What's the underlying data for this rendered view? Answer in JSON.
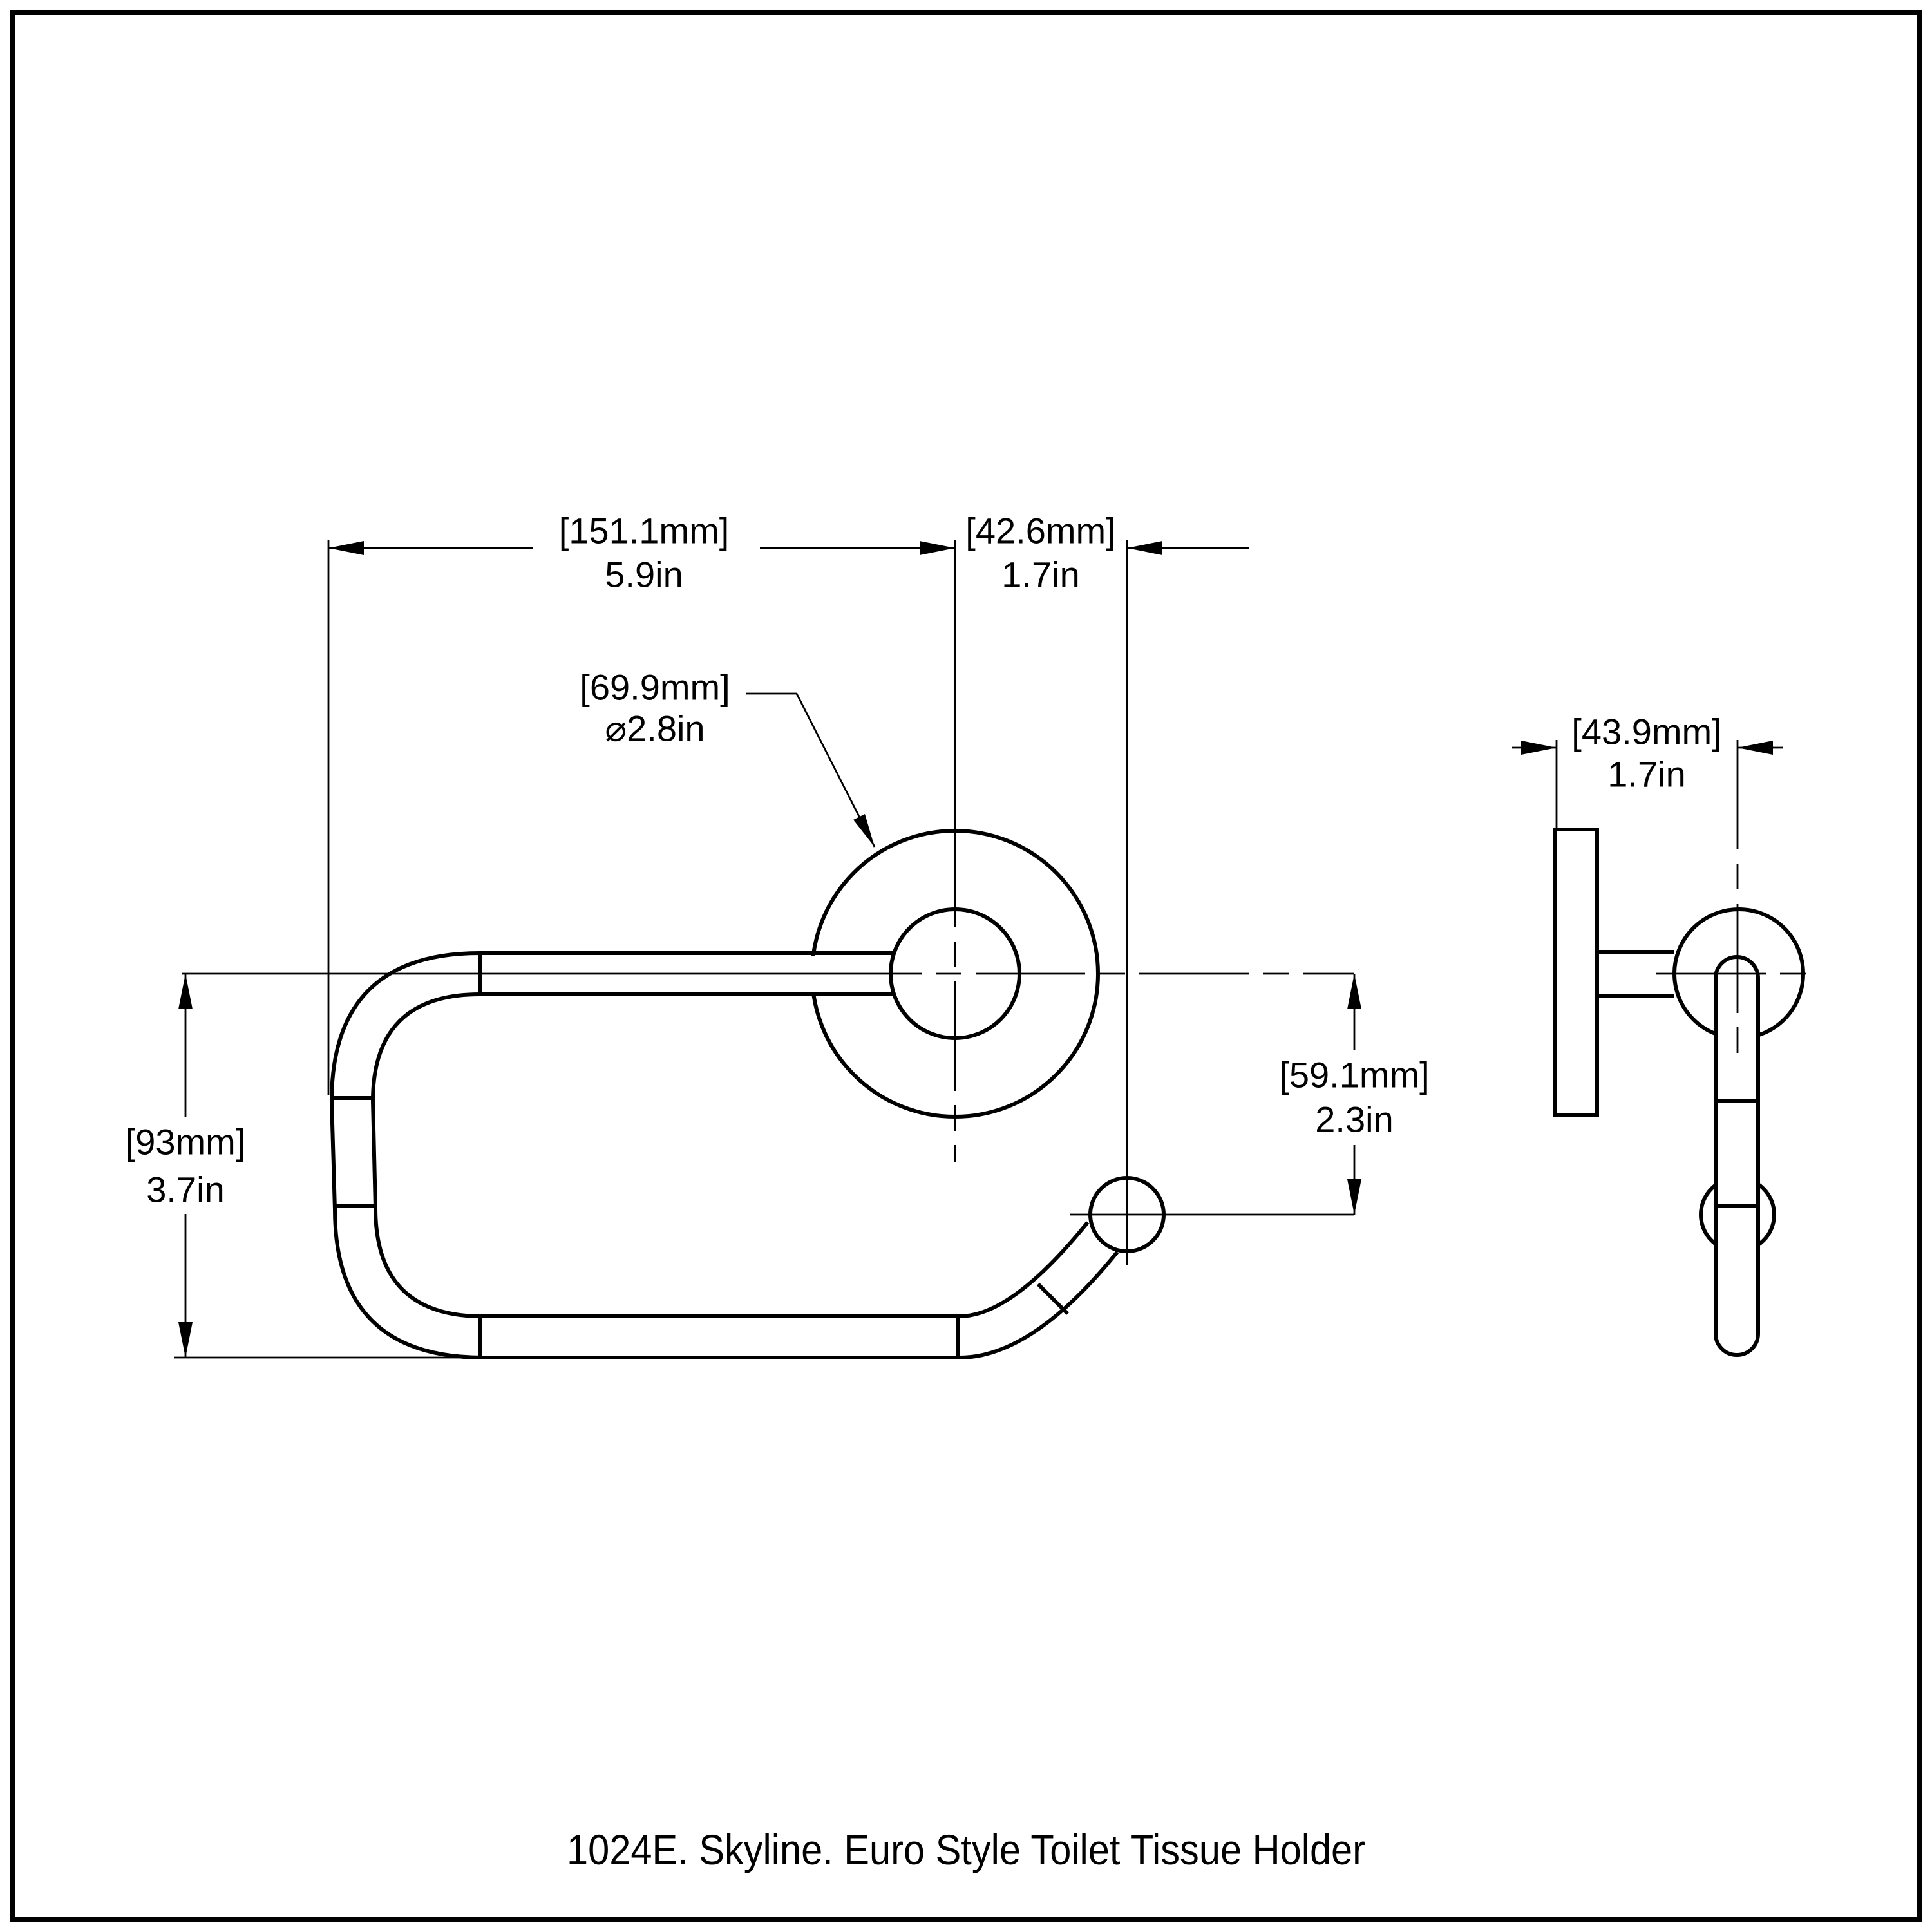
{
  "page": {
    "background": "#ffffff",
    "line_color": "#000000",
    "caption": "1024E. Skyline. Euro Style Toilet Tissue Holder"
  },
  "views": {
    "front": "front elevation of toilet tissue holder",
    "side": "side profile of toilet tissue holder"
  },
  "dimensions": {
    "overall_width": {
      "mm": "[151.1mm]",
      "in": "5.9in"
    },
    "hook_offset": {
      "mm": "[42.6mm]",
      "in": "1.7in"
    },
    "flange_diameter": {
      "mm": "[69.9mm]",
      "in": "⌀2.8in"
    },
    "drop_height": {
      "mm": "[93mm]",
      "in": "3.7in"
    },
    "hook_drop": {
      "mm": "[59.1mm]",
      "in": "2.3in"
    },
    "side_depth": {
      "mm": "[43.9mm]",
      "in": "1.7in"
    }
  }
}
